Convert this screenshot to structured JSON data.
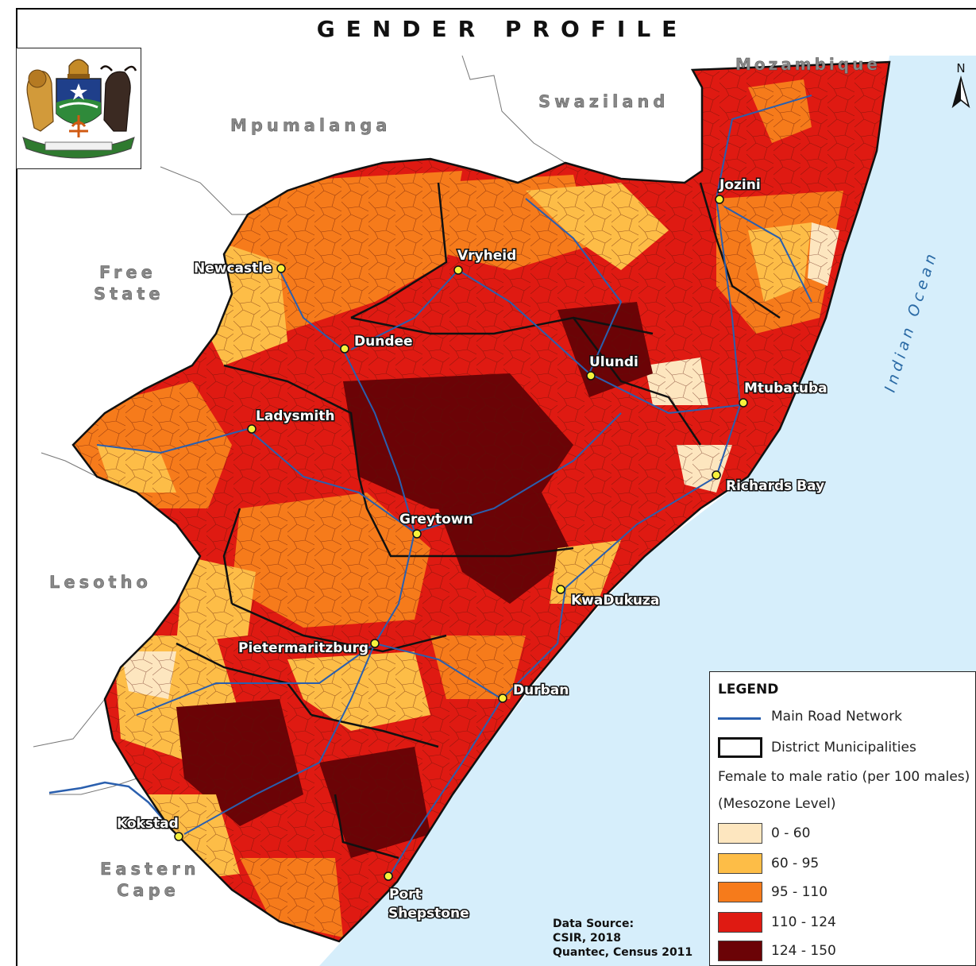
{
  "title": "GENDER PROFILE",
  "regions": {
    "mozambique": "Mozambique",
    "swaziland": "Swaziland",
    "mpumalanga": "Mpumalanga",
    "free_state_1": "Free",
    "free_state_2": "State",
    "lesotho": "Lesotho",
    "eastern_cape_1": "Eastern",
    "eastern_cape_2": "Cape",
    "ocean": "Indian Ocean"
  },
  "towns": [
    "Jozini",
    "Vryheid",
    "Newcastle",
    "Dundee",
    "Ulundi",
    "Mtubatuba",
    "Ladysmith",
    "Richards Bay",
    "Greytown",
    "KwaDukuza",
    "Pietermaritzburg",
    "Durban",
    "Kokstad",
    "Port",
    "Shepstone"
  ],
  "north_label": "N",
  "legend": {
    "title": "LEGEND",
    "road": "Main Road Network",
    "district": "District Municipalities",
    "ratio_label": "Female to male ratio (per 100 males)",
    "level_label": "(Mesozone Level)",
    "classes": [
      {
        "label": "0 - 60",
        "color": "#fde6bf"
      },
      {
        "label": "60 - 95",
        "color": "#fdbd47"
      },
      {
        "label": "95 - 110",
        "color": "#f67b1b"
      },
      {
        "label": "110 - 124",
        "color": "#df1a12"
      },
      {
        "label": "124 - 150",
        "color": "#6b0306"
      }
    ]
  },
  "source": {
    "line1": "Data Source:",
    "line2": "CSIR, 2018",
    "line3": "Quantec, Census 2011"
  },
  "colors": {
    "ocean": "#d6eefb",
    "land": "#ffffff",
    "road": "#2a5fae",
    "border": "#111111",
    "town_dot": "#f7f23c"
  }
}
